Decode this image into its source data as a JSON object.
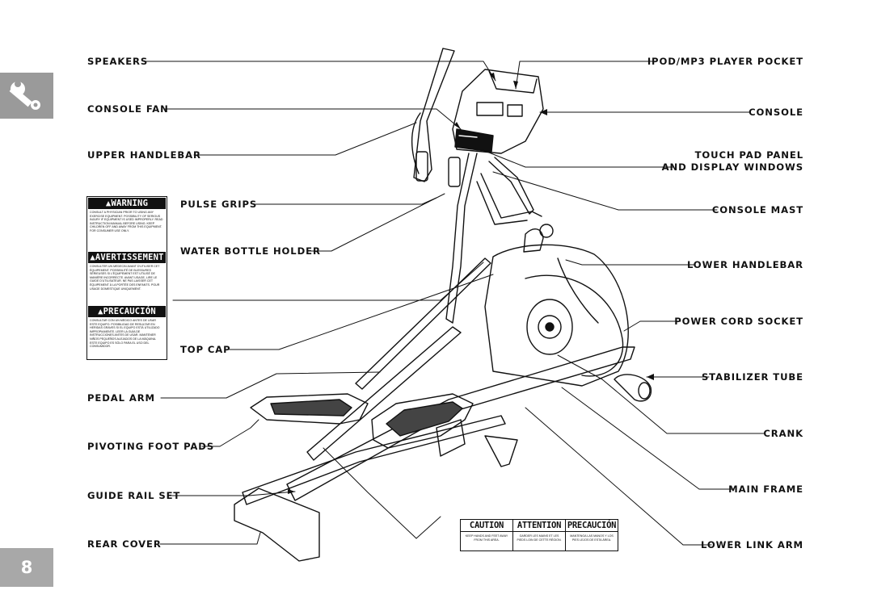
{
  "labels": {
    "left": [
      "SPEAKERS",
      "CONSOLE FAN",
      "UPPER HANDLEBAR",
      "PULSE GRIPS",
      "WATER BOTTLE HOLDER",
      "TOP CAP",
      "PEDAL ARM",
      "PIVOTING FOOT PADS",
      "GUIDE RAIL SET",
      "REAR COVER"
    ],
    "right": [
      "IPOD/MP3 PLAYER POCKET",
      "CONSOLE",
      "TOUCH PAD PANEL",
      "AND DISPLAY WINDOWS",
      "CONSOLE MAST",
      "LOWER HANDLEBAR",
      "POWER CORD SOCKET",
      "STABILIZER TUBE",
      "CRANK",
      "MAIN FRAME",
      "LOWER LINK ARM"
    ]
  },
  "warning_label": {
    "warning_title": "WARNING",
    "warning_text": "CONSULT A PHYSICIAN PRIOR TO USING ANY EXERCISE EQUIPMENT. POSSIBILITY OF SERIOUS INJURY IF EQUIPMENT IS USED IMPROPERLY. READ INSTRUCTION MANUAL BEFORE USING. KEEP CHILDREN OFF AND AWAY FROM THIS EQUIPMENT. FOR CONSUMER USE ONLY.",
    "avertissement_title": "AVERTISSEMENT",
    "avertissement_text": "CONSULTER UN MÉDECIN AVANT D'UTILISER CET ÉQUIPEMENT. POSSIBILITÉ DE BLESSURES SÉRIEUSES SI L'ÉQUIPEMENT EST UTILISÉ DE MANIÈRE INCORRECTE. AVANT USAGE, LIRE LE GUIDE D'UTILISATEUR. NE PAS LAISSER CET ÉQUIPEMENT À LA PORTÉE DES ENFANTS. POUR USAGE DOMESTIQUE UNIQUEMENT.",
    "precaucion_title": "PRECAUCIÓN",
    "precaucion_text": "CONSULTAR CON UN MÉDICO ANTES DE USAR ESTE EQUIPO. POSIBILIDAD DE RESULTAR EN HERIDAS GRAVES SI EL EQUIPO ESTÁ UTILIZADO IMPROPIAMENTE. LEER LA GUÍA DE INSTRUCCIONES ANTES DE USAR. MANTENER NIÑOS PEQUEÑOS ALEJADOS DE LA MÁQUINA. ESTE EQUIPO ES SÓLO PARA EL USO DEL CONSUMIDOR."
  },
  "caution_label": [
    {
      "title": "CAUTION",
      "text": "KEEP HANDS AND FEET AWAY FROM THIS AREA."
    },
    {
      "title": "ATTENTION",
      "text": "GARDER LES MAINS ET LES PIEDS LOIN DE CETTE RÉGION."
    },
    {
      "title": "PRECAUCIÓN",
      "text": "MANTENGA LAS MANOS Y LOS PIES LEJOS DE ESTA ÁREA."
    }
  ],
  "page_number": "8",
  "tab_icon": "wrench-icon",
  "colors": {
    "tab": "#9a9a9a",
    "line": "#111111"
  }
}
